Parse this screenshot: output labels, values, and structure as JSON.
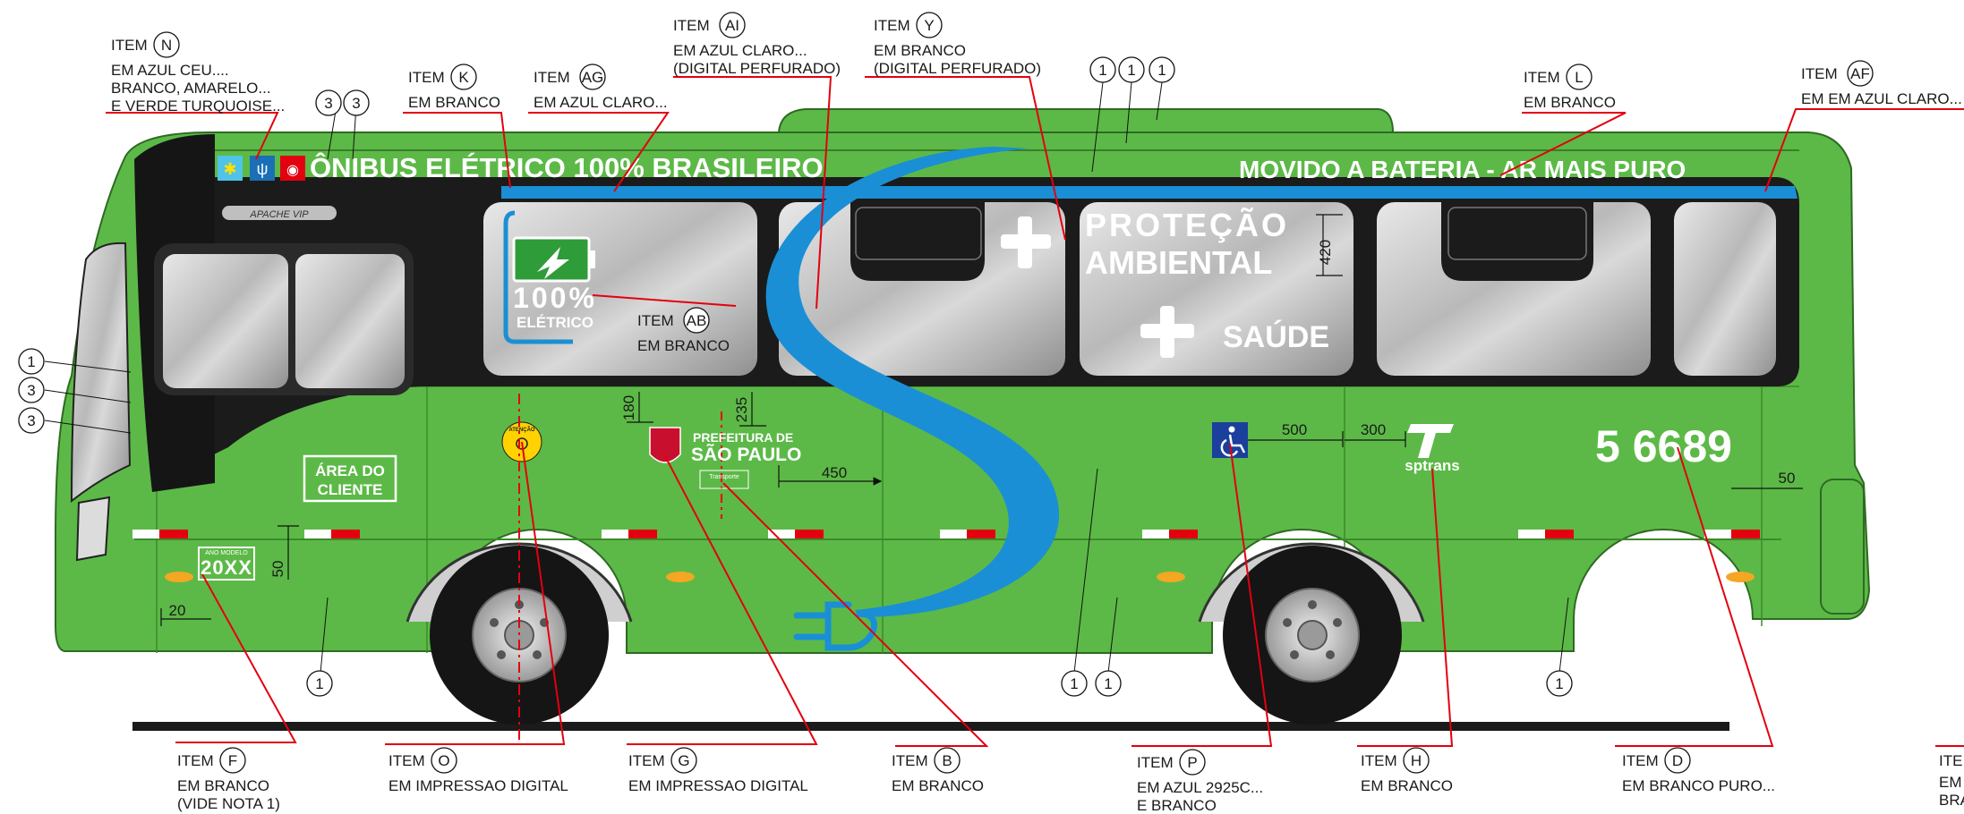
{
  "banner": {
    "left": "ÔNIBUS ELÉTRICO 100% BRASILEIRO",
    "right": "MOVIDO A BATERIA - AR MAIS PURO"
  },
  "model_plate": "APACHE VIP",
  "battery": {
    "line1": "100%",
    "line2": "ELÉTRICO"
  },
  "protecao": {
    "line1": "PROTEÇÃO",
    "line2": "AMBIENTAL"
  },
  "saude": "SAÚDE",
  "area_cliente": {
    "line1": "ÁREA DO",
    "line2": "CLIENTE"
  },
  "ano_modelo": {
    "caption": "ANO MODELO",
    "value": "20XX"
  },
  "prefeitura": {
    "line1": "PREFEITURA DE",
    "line2": "SÃO PAULO",
    "caption": "Transporte"
  },
  "atencao": "ATENÇÃO",
  "sptrans": "sptrans",
  "fleet_number": "5 6689",
  "dimensions": {
    "d420": "420",
    "d180": "180",
    "d235": "235",
    "d450": "450",
    "d500": "500",
    "d300": "300",
    "d50_right": "50",
    "d50_left": "50",
    "d20": "20"
  },
  "callouts": {
    "n1": "1",
    "n3": "3"
  },
  "items_top": [
    {
      "id": "N",
      "prefix": "ITEM",
      "lines": [
        "EM AZUL CEU....",
        "BRANCO, AMARELO...",
        "E VERDE TURQUOISE..."
      ]
    },
    {
      "id": "K",
      "prefix": "ITEM",
      "lines": [
        "EM BRANCO"
      ]
    },
    {
      "id": "AG",
      "prefix": "ITEM",
      "lines": [
        "EM AZUL CLARO..."
      ]
    },
    {
      "id": "AI",
      "prefix": "ITEM",
      "lines": [
        "EM AZUL CLARO...",
        "(DIGITAL PERFURADO)"
      ]
    },
    {
      "id": "Y",
      "prefix": "ITEM",
      "lines": [
        "EM BRANCO",
        "(DIGITAL PERFURADO)"
      ]
    },
    {
      "id": "L",
      "prefix": "ITEM",
      "lines": [
        "EM BRANCO"
      ]
    },
    {
      "id": "AF",
      "prefix": "ITEM",
      "lines": [
        "EM EM AZUL CLARO..."
      ]
    }
  ],
  "item_ab": {
    "id": "AB",
    "prefix": "ITEM",
    "lines": [
      "EM BRANCO"
    ]
  },
  "items_bottom": [
    {
      "id": "F",
      "prefix": "ITEM",
      "lines": [
        "EM BRANCO",
        "(VIDE NOTA 1)"
      ]
    },
    {
      "id": "O",
      "prefix": "ITEM",
      "lines": [
        "EM IMPRESSAO DIGITAL"
      ]
    },
    {
      "id": "G",
      "prefix": "ITEM",
      "lines": [
        "EM IMPRESSAO DIGITAL"
      ]
    },
    {
      "id": "B",
      "prefix": "ITEM",
      "lines": [
        "EM BRANCO"
      ]
    },
    {
      "id": "P",
      "prefix": "ITEM",
      "lines": [
        "EM AZUL 2925C...",
        "E BRANCO"
      ]
    },
    {
      "id": "H",
      "prefix": "ITEM",
      "lines": [
        "EM BRANCO"
      ]
    },
    {
      "id": "D",
      "prefix": "ITEM",
      "lines": [
        "EM BRANCO PURO..."
      ]
    }
  ],
  "cut_item": {
    "prefix": "ITE",
    "lines": [
      "EM",
      "BRA"
    ]
  },
  "colors": {
    "bus_green": "#5cb947",
    "dark_green": "#3d8a2c",
    "stripe_blue": "#1a8fd6",
    "leader_red": "#e3000f"
  }
}
